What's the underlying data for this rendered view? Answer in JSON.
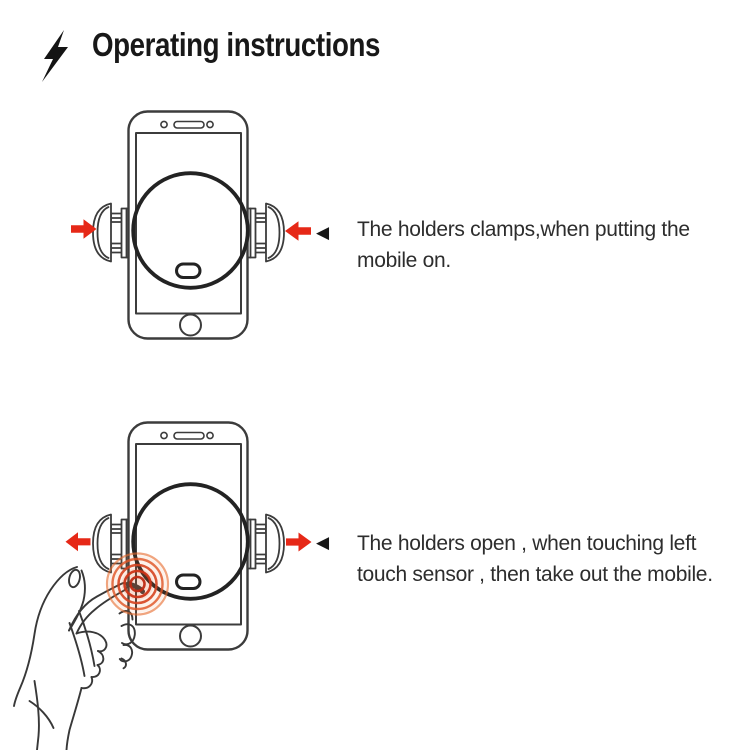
{
  "header": {
    "title": "Operating instructions",
    "icon": "lightning-icon"
  },
  "steps": [
    {
      "bullet": "◀",
      "lines": [
        "The holders clamps,when putting the",
        "mobile on."
      ],
      "diagram": {
        "subject": "phone held in car-mount holder",
        "arrows": "two red arrows pointing inward (holders clamping)"
      }
    },
    {
      "bullet": "◀",
      "lines": [
        "The holders open , when touching left",
        "touch sensor , then take out the mobile."
      ],
      "diagram": {
        "subject": "hand finger touching left touch sensor of holder",
        "arrows": "two red arrows pointing outward (holders opening)",
        "touch_ripple": "red concentric ripple at left touch sensor"
      }
    }
  ],
  "colors": {
    "background": "#ffffff",
    "arrow_red": "#e62817",
    "ripple_red": "#d6401c",
    "line_art": "#3c3c3c",
    "text": "#2d2d2d"
  }
}
